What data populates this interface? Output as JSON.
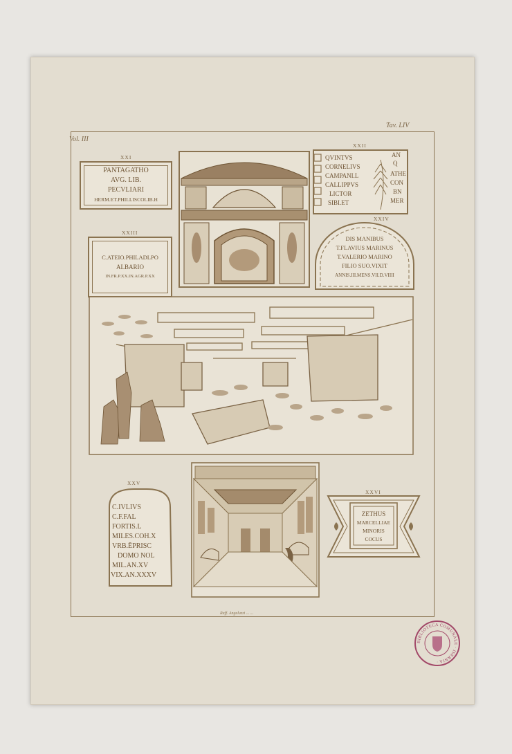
{
  "plate": {
    "vol": "Vol. III",
    "tav": "Tav. LIV",
    "credit": "Raff. Angeluzzi ... ...",
    "colors": {
      "ink": "#8a7350",
      "paper": "#e3ddd0",
      "stamp": "#a24868"
    }
  },
  "figures": {
    "xxi": {
      "num": "XXI",
      "lines": [
        "PANTAGATHO",
        "AVG. LIB.",
        "PECVLIARI",
        "HERM.ET.PHILLISCOLIB.H"
      ]
    },
    "xxii": {
      "num": "XXII",
      "left": [
        "QVINTVS",
        "CORNELIVS",
        "CAMPANI.L",
        "CALLIPPVS",
        "LICTOR",
        "SIBI.ET"
      ],
      "right": [
        "AN",
        "Q",
        "ATHE",
        "CON",
        "BN",
        "MER"
      ]
    },
    "xxiii": {
      "num": "XXIII",
      "lines": [
        "C.ATEIO.PHILADLPO",
        "ALBARIO",
        "IN.FR.P.XX.IN.AGR.P.XX"
      ]
    },
    "xxiv": {
      "num": "XXIV",
      "lines": [
        "DIS MANIBUS",
        "T.FLAVIUS MARINUS",
        "T.VALERIO MARINO",
        "FILIO SUO.VIXIT",
        "ANNIS.III.MENS.VII.D.VIIII"
      ]
    },
    "xxv": {
      "num": "XXV",
      "lines": [
        "C.IVLIVS",
        "C.F.FAL",
        "FORTIS.L",
        "MILES.COH.X",
        "VRB.ĒPRISC",
        "DOMO NOL",
        "MIL.AN.XV",
        "VIX.AN.XXXV"
      ]
    },
    "xxvi": {
      "num": "XXVI",
      "lines": [
        "ZETHUS",
        "MARCELLIAE",
        "MINORIS",
        "COCUS"
      ]
    }
  },
  "stamp": {
    "text": "BIBLIOTECA COMUNALE · ISERNIA ·"
  }
}
